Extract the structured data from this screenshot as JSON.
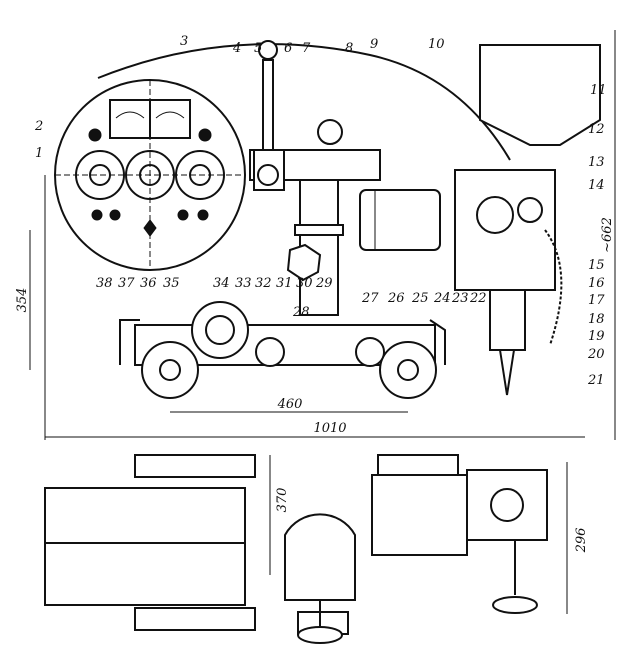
{
  "dimensions": {
    "track_width": "460",
    "overall_length": "1010",
    "height_left": "354",
    "height_right": "~662",
    "plan_depth_upper": "370",
    "plan_depth_right": "296"
  },
  "callouts": [
    "1",
    "2",
    "3",
    "4",
    "5",
    "6",
    "7",
    "8",
    "9",
    "10",
    "11",
    "12",
    "13",
    "14",
    "15",
    "16",
    "17",
    "18",
    "19",
    "20",
    "21",
    "22",
    "23",
    "24",
    "25",
    "26",
    "27",
    "28",
    "29",
    "30",
    "31",
    "32",
    "33",
    "34",
    "35",
    "36",
    "37",
    "38"
  ]
}
